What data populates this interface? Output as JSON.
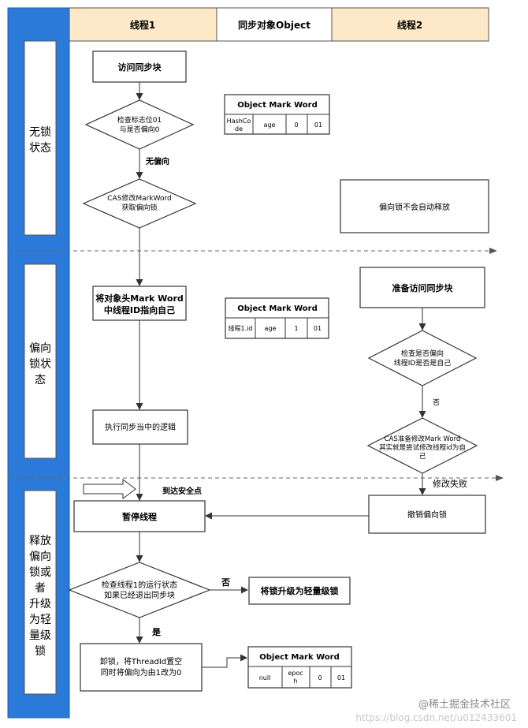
{
  "lanes": {
    "thread1": "线程1",
    "object": "同步对象Object",
    "thread2": "线程2"
  },
  "states": {
    "lockfree": [
      "无锁",
      "状态"
    ],
    "biased": [
      "偏向",
      "锁状",
      "态"
    ],
    "release": [
      "释放",
      "偏向",
      "锁或",
      "者",
      "升级",
      "为轻",
      "量级",
      "锁"
    ]
  },
  "thread1": {
    "access_block": "访问同步块",
    "check_flag": [
      "检查标志位01",
      "与是否偏向0"
    ],
    "no_bias": "无偏向",
    "cas_modify": [
      "CAS修改MarkWord",
      "获取偏向锁"
    ],
    "set_thread_id": [
      "将对象头Mark Word",
      "中线程ID指向自己"
    ],
    "exec_logic": "执行同步当中的逻辑",
    "safepoint": "到达安全点",
    "pause_thread": "暂停线程",
    "check_state": [
      "检查线程1的运行状态",
      "如果已经退出同步块"
    ],
    "no": "否",
    "upgrade": "将锁升级为轻量级锁",
    "yes": "是",
    "unlock": [
      "卸锁，将ThreadId置空",
      "同时将偏向为由1改为0"
    ]
  },
  "thread2": {
    "no_auto_release": "偏向锁不会自动释放",
    "prepare_access": "准备访问同步块",
    "check_bias": [
      "检查是否偏向",
      "线程ID是否是自己"
    ],
    "no": "否",
    "cas_prepare": [
      "CAS准备修改Mark Word",
      "其实就是尝试修改线程id为自",
      "己"
    ],
    "modify_failed": "修改失败",
    "revoke": "撤销偏向锁"
  },
  "markword1": {
    "title": "Object Mark Word",
    "cells": [
      "HashCo",
      "de",
      "age",
      "0",
      "01"
    ]
  },
  "markword2": {
    "title": "Object Mark Word",
    "cells": [
      "线程1.id",
      "age",
      "1",
      "01"
    ]
  },
  "markword3": {
    "title": "Object Mark Word",
    "cells": [
      "null",
      "epoc",
      "h",
      "0",
      "01"
    ]
  },
  "watermark": {
    "brand": "@稀土掘金技术社区",
    "url": "https://blog.csdn.net/u012433601"
  },
  "colors": {
    "sidebar": "#2b7ad9",
    "header": "#fde8c8",
    "line": "#333333"
  }
}
